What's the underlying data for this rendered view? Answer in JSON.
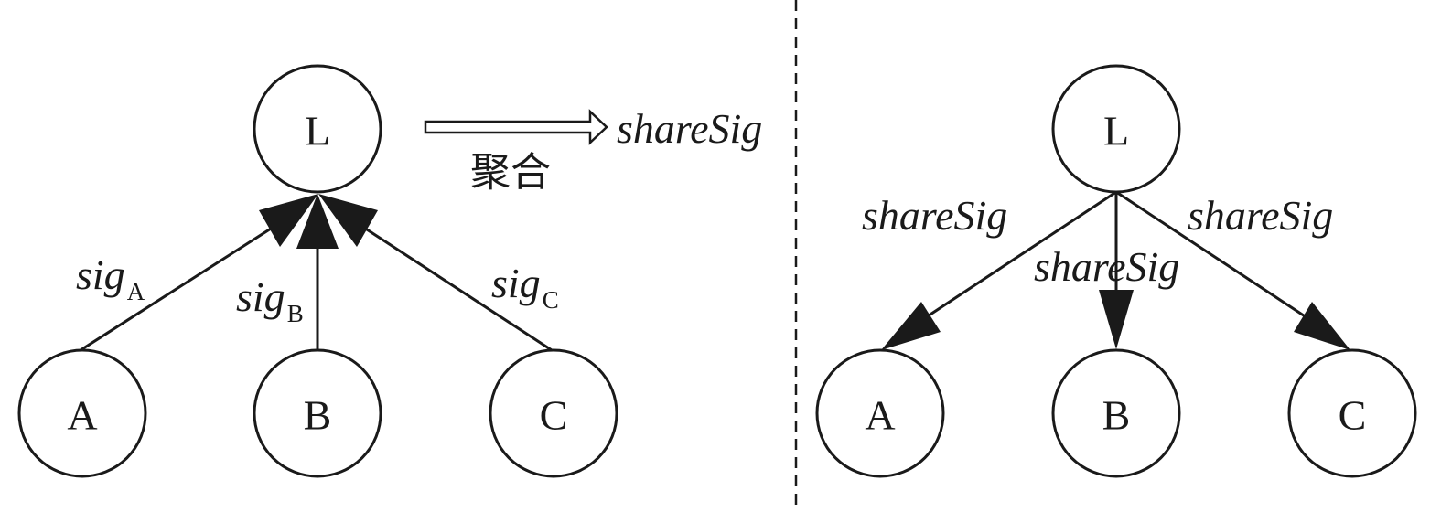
{
  "left_panel": {
    "nodes": {
      "L": "L",
      "A": "A",
      "B": "B",
      "C": "C"
    },
    "edges": [
      {
        "base": "sig",
        "sub": "A"
      },
      {
        "base": "sig",
        "sub": "B"
      },
      {
        "base": "sig",
        "sub": "C"
      }
    ],
    "aggregate_label": "聚合",
    "aggregate_result": "shareSig"
  },
  "right_panel": {
    "nodes": {
      "L": "L",
      "A": "A",
      "B": "B",
      "C": "C"
    },
    "edges": [
      "shareSig",
      "shareSig",
      "shareSig"
    ]
  }
}
